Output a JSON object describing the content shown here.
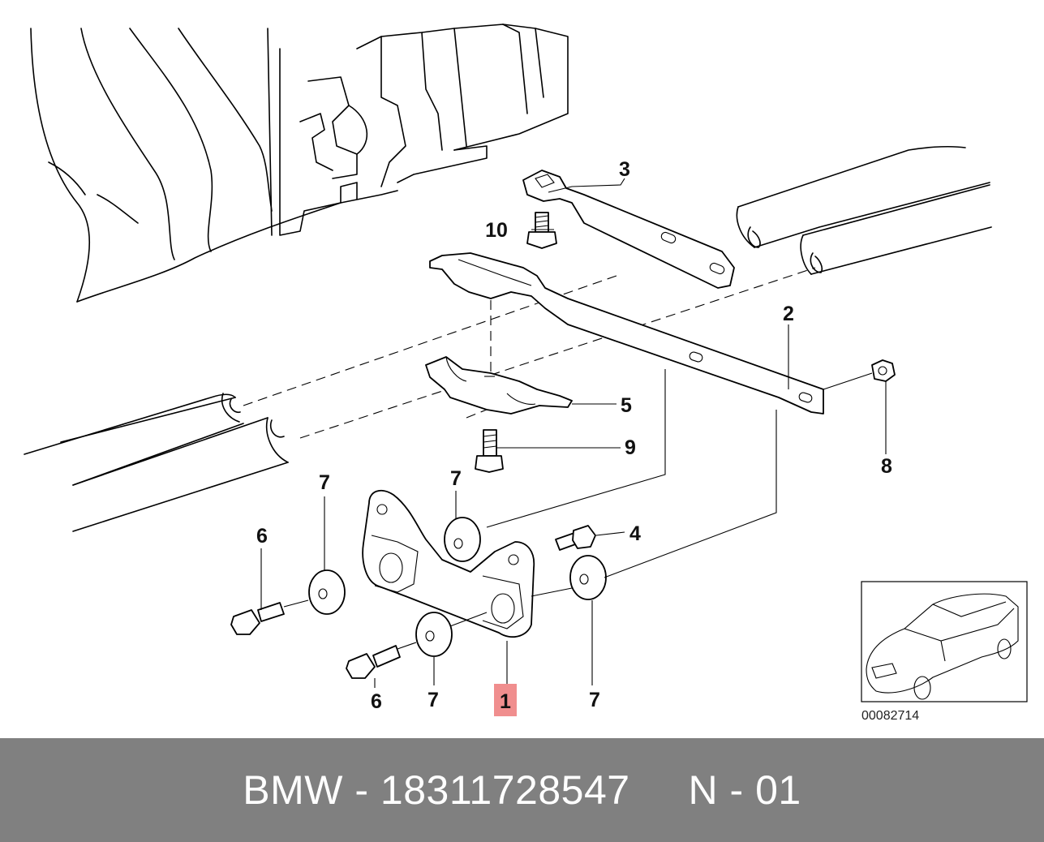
{
  "diagram": {
    "callouts": {
      "c1": "1",
      "c2": "2",
      "c3": "3",
      "c4": "4",
      "c5": "5",
      "c6a": "6",
      "c6b": "6",
      "c7a": "7",
      "c7b": "7",
      "c7c": "7",
      "c7d": "7",
      "c8": "8",
      "c9": "9",
      "c10": "10"
    },
    "highlighted_callout": "1",
    "highlight_color": "#f08e8e",
    "inset_reference": "00082714"
  },
  "footer": {
    "text": "BMW - 18311728547     N - 01",
    "background_color": "#808080",
    "text_color": "#ffffff"
  }
}
